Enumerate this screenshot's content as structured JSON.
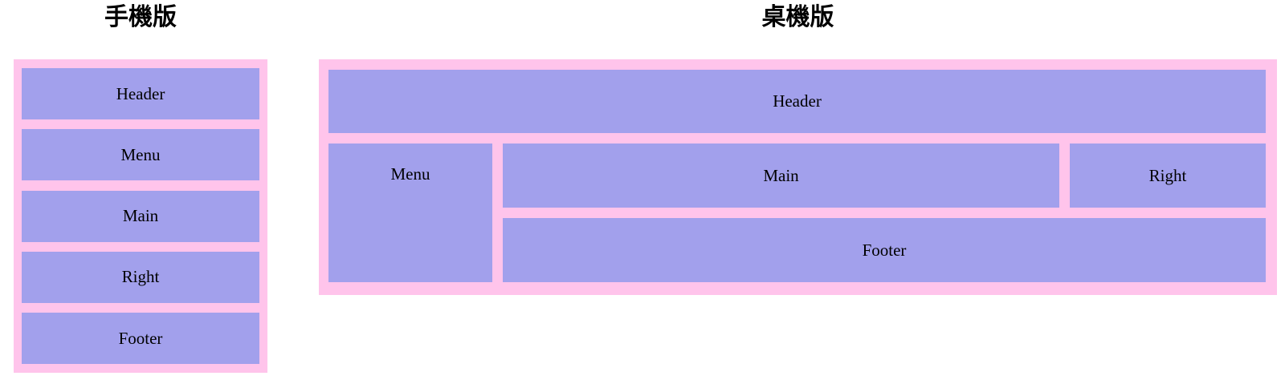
{
  "figure": {
    "mobile": {
      "title": "手機版",
      "sections": [
        "Header",
        "Menu",
        "Main",
        "Right",
        "Footer"
      ]
    },
    "desktop": {
      "title": "桌機版",
      "sections": [
        "Header",
        "Menu",
        "Main",
        "Right",
        "Footer"
      ]
    }
  },
  "colors": {
    "page_background": "#ffffff",
    "container_pink": "#ffc4eb",
    "box_purple": "#a2a0ec",
    "text": "#000000"
  }
}
